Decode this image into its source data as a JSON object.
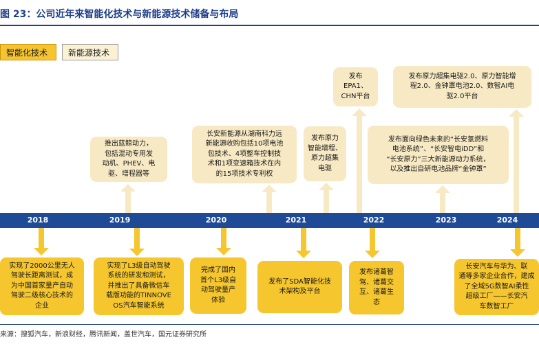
{
  "title": "图 23：公司近年来智能化技术与新能源技术储备与布局",
  "legend": {
    "smart": "智能化技术",
    "new_energy": "新能源技术"
  },
  "years": [
    "2018",
    "2019",
    "2020",
    "2021",
    "2022",
    "2023",
    "2024"
  ],
  "upper_events": [
    "推出蓝鲸动力，\n包括混动专用发\n动机、PHEV、电\n驱、增程器等",
    "长安新能源从湖南科力远\n新能源收购包括10项电池\n包技术、4项整车控制技\n术和1项变速箱技术在内\n的15项技术专利权",
    "发布原力\n智能增程、\n原力超集\n电驱",
    "发布EPA1、\nCHN平台",
    "发布面向绿色未来的“长安氢燃料\n电池系统”、“长安智电iDD”和\n“长安原力”三大新能源动力系统，\n以及推出自研电池品牌“金钟罩”",
    "发布原力超集电驱2.0、原力智能增\n程2.0、金钟罩电池2.0、数智AI电\n驱2.0平台"
  ],
  "lower_events": [
    "实现了2000公里无人\n驾驶长距离测试，成\n为中国首家量产自动\n驾驶二级核心技术的\n企业",
    "实现了L3级自动驾驶\n系统的研发和测试，\n并推出了具备微信车\n载版功能的TINNOVE\nOS汽车智能系统",
    "完成了国内\n首个L3级自\n动驾驶量产\n体验",
    "发布了SDA智能化技\n术架构及平台",
    "发布诸葛智\n驾、诸葛交\n互、诸葛生\n态",
    "长安汽车与华为、联\n通等多家企业合作，建成\n了全域5G数智AI柔性\n超级工厂——长安汽\n车数智工厂"
  ],
  "source": "来源：搜狐汽车，新浪财经，腾讯新闻，盖世汽车，国元证券研究所",
  "colors": {
    "title": "#1f3f8a",
    "timeline": "#1f4a96",
    "smart_fill": "#f6c62e",
    "new_energy_fill": "#f7e9c3"
  }
}
